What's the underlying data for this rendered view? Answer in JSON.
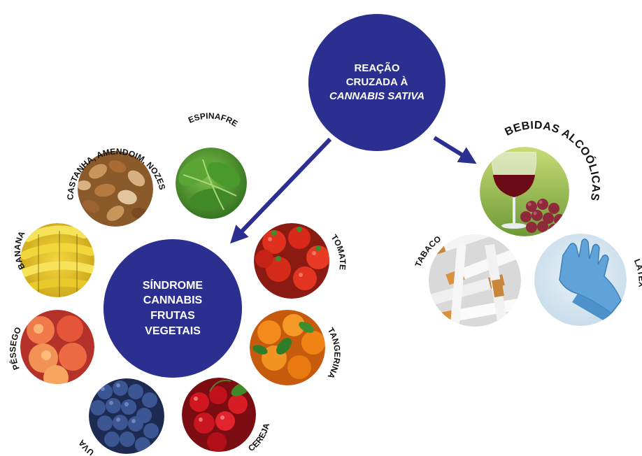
{
  "main_node": {
    "line1": "REAÇÃO",
    "line2": "CRUZADA À",
    "line3": "CANNABIS SATIVA"
  },
  "syndrome_node": {
    "line1": "SÍNDROME",
    "line2": "CANNABIS",
    "line3": "FRUTAS",
    "line4": "VEGETAIS"
  },
  "foods": [
    {
      "label": "ESPINAFRE",
      "icon": "spinach-photo-icon"
    },
    {
      "label": "CASTANHA, AMENDOIM, NOZES",
      "icon": "nuts-photo-icon"
    },
    {
      "label": "BANANA",
      "icon": "banana-photo-icon"
    },
    {
      "label": "PÊSSEGO",
      "icon": "peach-photo-icon"
    },
    {
      "label": "UVA",
      "icon": "grape-photo-icon"
    },
    {
      "label": "CEREJA",
      "icon": "cherry-photo-icon"
    },
    {
      "label": "TANGERINA",
      "icon": "tangerine-photo-icon"
    },
    {
      "label": "TOMATE",
      "icon": "tomato-photo-icon"
    }
  ],
  "other_items": [
    {
      "label": "BEBIDAS ALCOÓLICAS",
      "icon": "wine-photo-icon"
    },
    {
      "label": "TABACO",
      "icon": "cigarette-photo-icon"
    },
    {
      "label": "LÁTEX",
      "icon": "latex-glove-photo-icon"
    }
  ],
  "colors": {
    "hub_fill": "#2b2f8f",
    "arrow": "#2b2f8f",
    "label_text": "#111111"
  }
}
